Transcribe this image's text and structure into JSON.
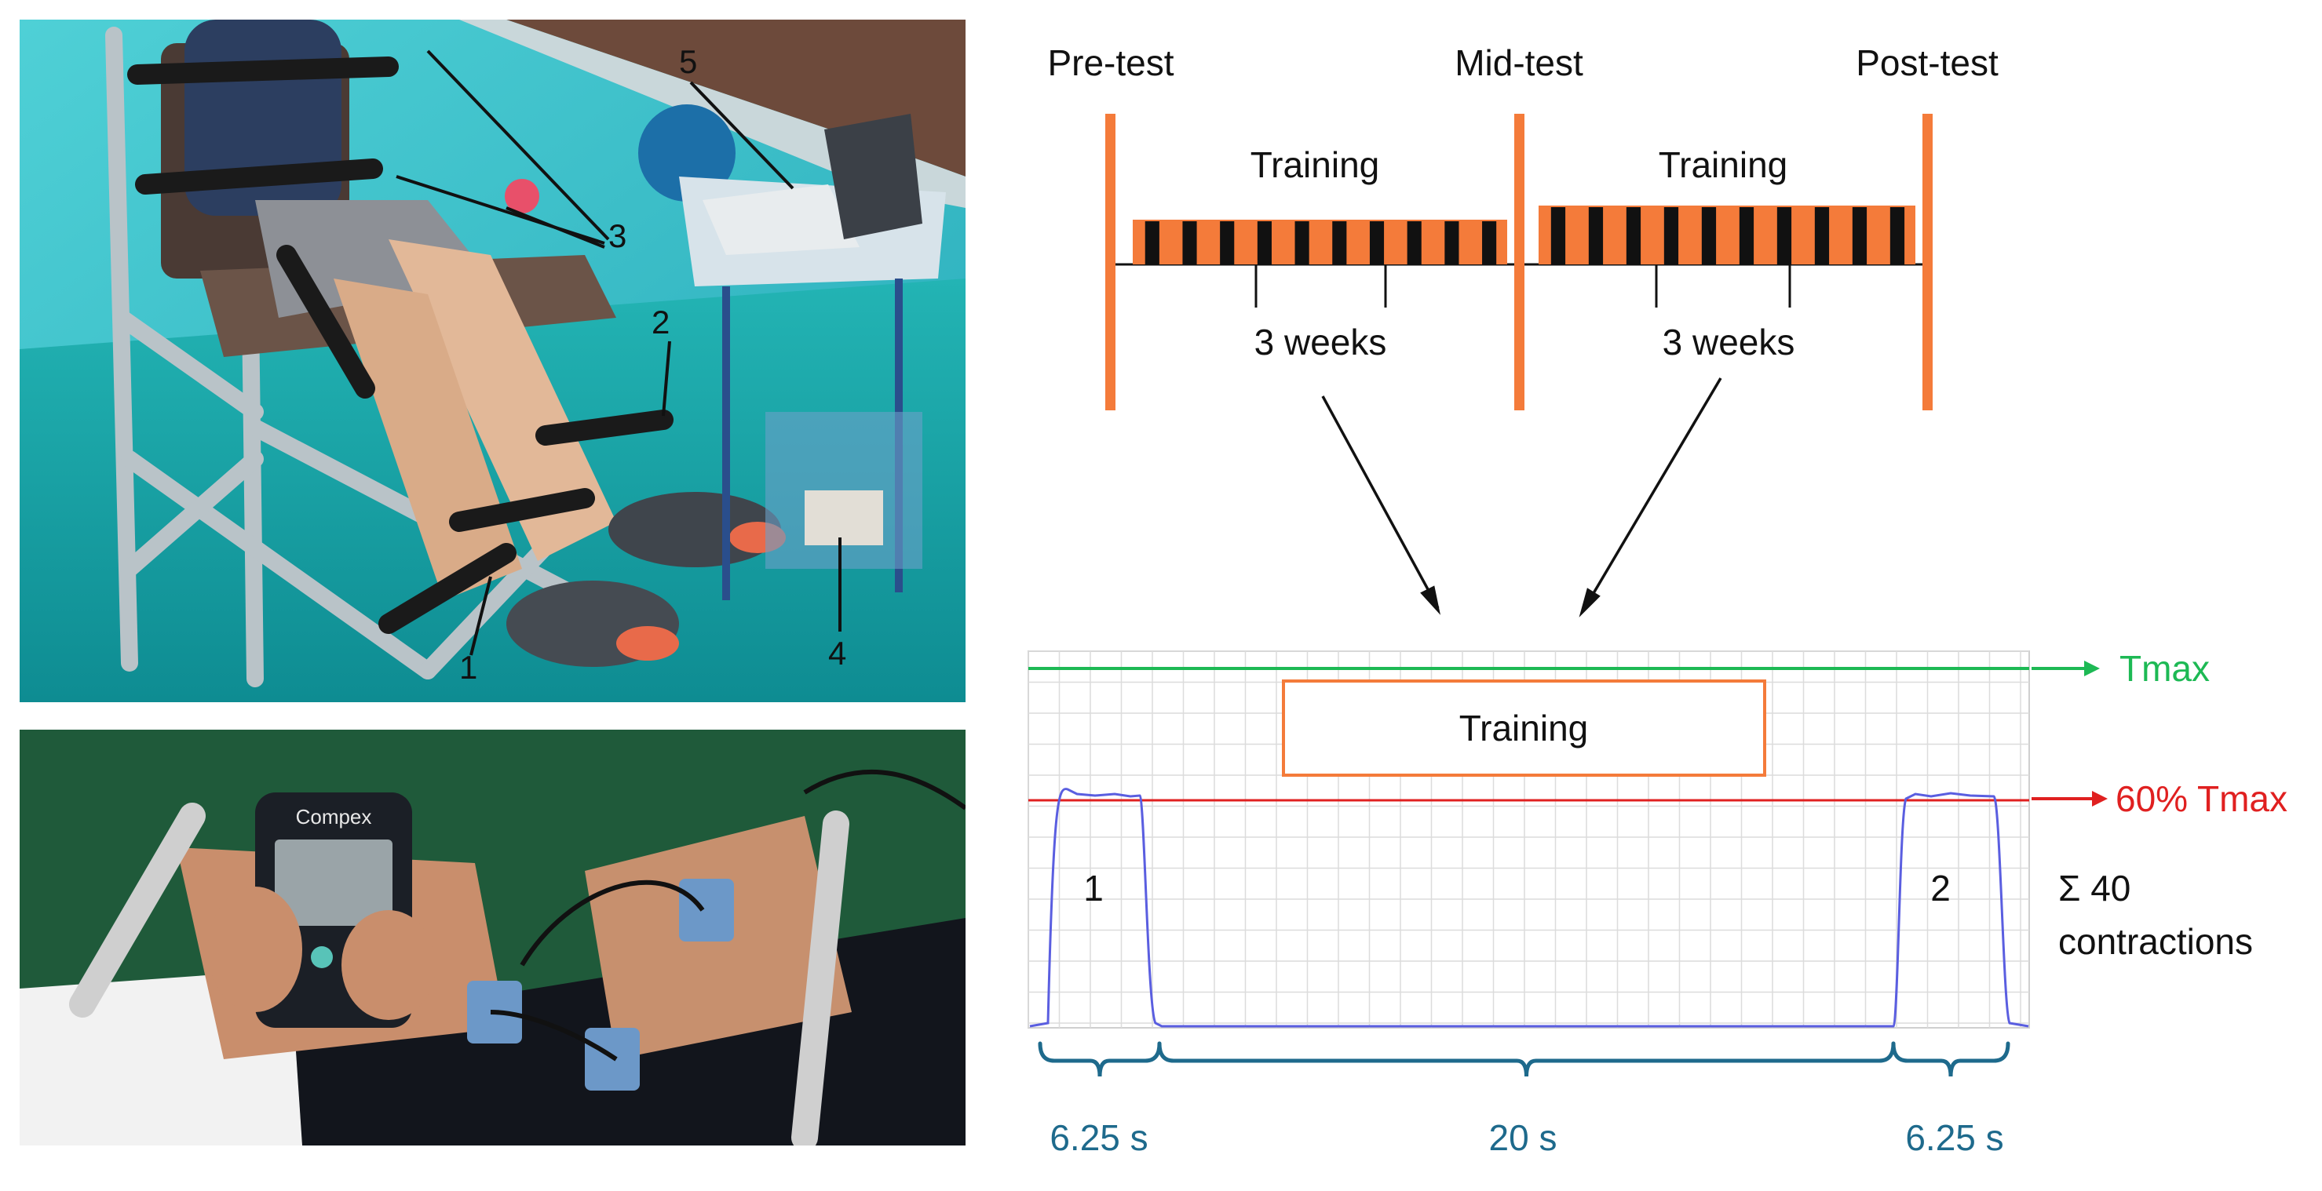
{
  "photo_top": {
    "callouts": [
      "1",
      "2",
      "3",
      "4",
      "5"
    ]
  },
  "photo_bottom": {
    "device_brand": "Compex"
  },
  "timeline": {
    "phases": [
      "Pre-test",
      "Mid-test",
      "Post-test"
    ],
    "block_labels": [
      "Training",
      "Training"
    ],
    "duration_labels": [
      "3 weeks",
      "3 weeks"
    ],
    "sessions_per_block": 10,
    "colors": {
      "accent": "#f47b3a",
      "session_bar": "#111111"
    }
  },
  "trace": {
    "box_label": "Training",
    "thresholds": [
      {
        "label": "Tmax",
        "color": "#1db954"
      },
      {
        "label": "60% Tmax",
        "color": "#e02020"
      }
    ],
    "contraction_labels": [
      "1",
      "2"
    ],
    "summary_lines": [
      "Σ 40",
      "contractions"
    ],
    "segments": [
      "6.25 s",
      "20 s",
      "6.25 s"
    ],
    "colors": {
      "trace": "#5a5ee0",
      "grid": "#dcdcdc",
      "bracket": "#1e6a8c"
    }
  }
}
